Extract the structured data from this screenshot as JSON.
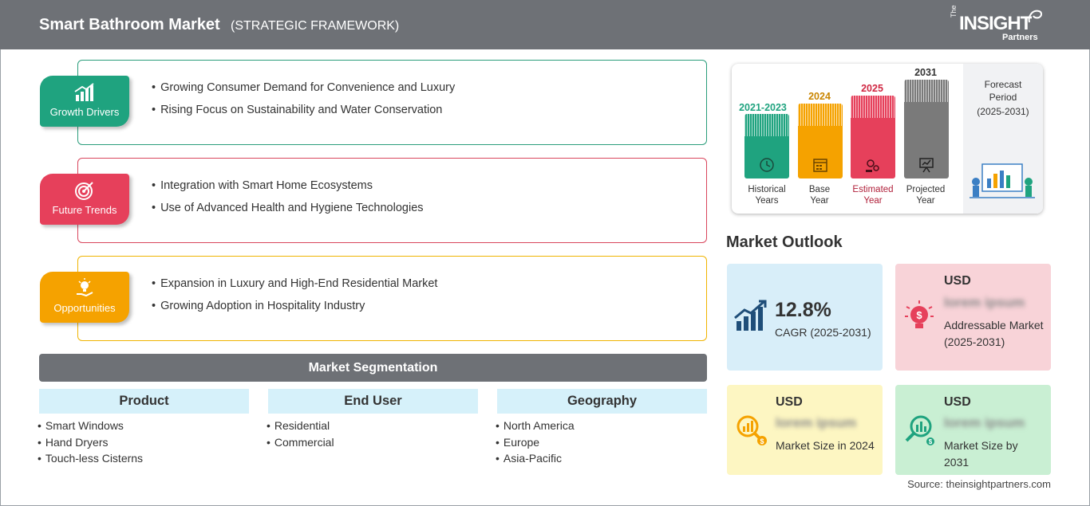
{
  "header": {
    "title": "Smart Bathroom Market",
    "subtitle": "(STRATEGIC FRAMEWORK)",
    "logo": {
      "the": "The",
      "insight": "INSIGHT",
      "partners": "Partners"
    }
  },
  "framework": {
    "growth_drivers": {
      "label": "Growth Drivers",
      "icon": "bar-growth-icon",
      "color": "#1fa37f",
      "items": [
        "Growing Consumer Demand for Convenience and Luxury",
        "Rising Focus on Sustainability and Water Conservation"
      ]
    },
    "future_trends": {
      "label": "Future Trends",
      "icon": "target-icon",
      "color": "#e6405b",
      "items": [
        "Integration with Smart Home Ecosystems",
        "Use of Advanced Health and Hygiene Technologies"
      ]
    },
    "opportunities": {
      "label": "Opportunities",
      "icon": "lightbulb-hand-icon",
      "color": "#f5a200",
      "items": [
        "Expansion in Luxury and High-End Residential Market",
        "Growing Adoption in Hospitality Industry"
      ]
    }
  },
  "segmentation": {
    "title": "Market Segmentation",
    "columns": [
      {
        "heading": "Product",
        "items": [
          "Smart Windows",
          "Hand Dryers",
          "Touch-less Cisterns"
        ]
      },
      {
        "heading": "End User",
        "items": [
          "Residential",
          "Commercial"
        ]
      },
      {
        "heading": "Geography",
        "items": [
          "North America",
          "Europe",
          "Asia-Pacific"
        ]
      }
    ]
  },
  "timeline": {
    "bars": [
      {
        "year": "2021-2023",
        "label1": "Historical",
        "label2": "Years",
        "color": "#1fa37f",
        "icon": "history-icon"
      },
      {
        "year": "2024",
        "label1": "Base",
        "label2": "Year",
        "color": "#f5a200",
        "icon": "calendar-icon"
      },
      {
        "year": "2025",
        "label1": "Estimated",
        "label2": "Year",
        "color": "#e6405b",
        "icon": "gears-icon"
      },
      {
        "year": "2031",
        "label1": "Projected",
        "label2": "Year",
        "color": "#7a7a7a",
        "icon": "presentation-icon"
      }
    ],
    "forecast": {
      "line1": "Forecast",
      "line2": "Period",
      "line3": "(2025-2031)"
    }
  },
  "outlook": {
    "title": "Market Outlook",
    "cagr": {
      "value": "12.8%",
      "label": "CAGR (2025-2031)"
    },
    "addressable": {
      "currency": "USD",
      "value": "lorem ipsum",
      "label": "Addressable Market (2025-2031)"
    },
    "size_2024": {
      "currency": "USD",
      "value": "lorem ipsum",
      "label": "Market Size in 2024"
    },
    "size_2031": {
      "currency": "USD",
      "value": "lorem ipsum",
      "label": "Market Size by 2031"
    }
  },
  "source": "Source: theinsightpartners.com"
}
